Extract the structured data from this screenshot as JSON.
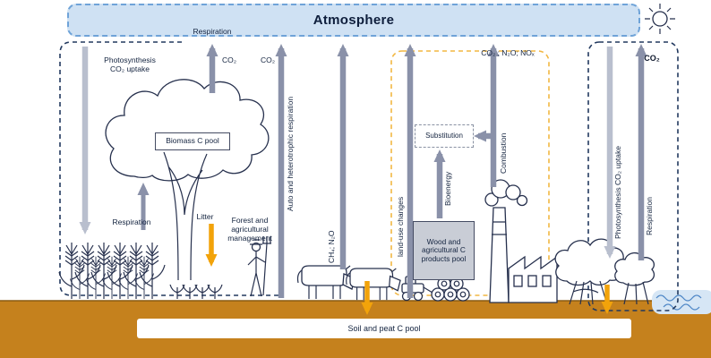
{
  "colors": {
    "arrow_dark": "#8a91a9",
    "arrow_light": "#b9bfce",
    "arrow_orange": "#f2a30a",
    "ground": "#c5811d",
    "atmosphere_fill": "#cfe1f3",
    "atmosphere_border": "#6fa3d8",
    "boundary_navy": "#22395f",
    "boundary_yellow": "#f2b742"
  },
  "atmosphere": {
    "title": "Atmosphere"
  },
  "labels": {
    "respiration_top": "Respiration",
    "photosynthesis_left": "Photosynthesis\nCO₂ uptake",
    "co2": "CO₂",
    "co2_bold": "CO₂",
    "auto_hetero": "Auto and heterotrophic respiration",
    "respiration_crops": "Respiration",
    "litter": "Litter",
    "forest_mgmt": "Forest and\nagricultural\nmanagement",
    "ch4_n2o": "CH₄; N₂O",
    "land_use": "land-use changes",
    "co2_n2o_nox": "CO₂ ; N₂O; NOₓ",
    "combustion": "Combustion",
    "substitution": "Substitution",
    "bioenergy": "Bioenergy",
    "wood_pool": "Wood and agricultural C products pool",
    "photosynthesis_right": "Photosynthesis CO₂ uptake",
    "respiration_right": "Respiration",
    "biomass_pool": "Biomass C pool",
    "soil_pool": "Soil and peat C pool"
  }
}
